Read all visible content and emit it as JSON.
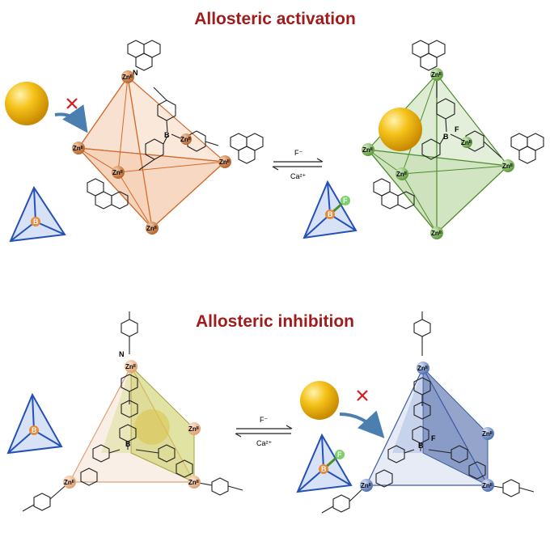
{
  "colors": {
    "title": "#a01c1c",
    "orange_face": "#e8955a",
    "orange_edge": "#d26a2a",
    "orange_node": "#c8743a",
    "green_face": "#8fc06a",
    "green_edge": "#4e8c2e",
    "green_node": "#6fa84a",
    "blue_face": "#8ba6d6",
    "blue_edge": "#3c5aa0",
    "blue_node": "#6d8cc8",
    "tan_node": "#e8b48a",
    "yellow_face": "#c8cc5a",
    "guest_sphere": "#f2b300",
    "arrow_blue": "#4a7fb0",
    "cross_red": "#d62020",
    "triangle_blue": "#2450b8",
    "boron_orange": "#e88a3a",
    "fluorine_green": "#7dd06a"
  },
  "panels": {
    "activation": {
      "title": "Allosteric activation",
      "forward_label": "F⁻",
      "reverse_label": "Ca²⁺",
      "zn_label": "Znᴵᴵ",
      "boron_label": "B",
      "fluorine_label": "F",
      "nitrogen_label": "N"
    },
    "inhibition": {
      "title": "Allosteric inhibition",
      "forward_label": "F⁻",
      "reverse_label": "Ca²⁺",
      "zn_label": "Znᴵᴵ",
      "boron_label": "B",
      "fluorine_label": "F",
      "nitrogen_label": "N"
    }
  },
  "icons": [
    "guest-sphere-icon",
    "blocked-cross-icon",
    "curved-arrow-icon",
    "tetrahedral-borane-icon",
    "fluoroborate-icon",
    "equilibrium-arrows-icon"
  ]
}
